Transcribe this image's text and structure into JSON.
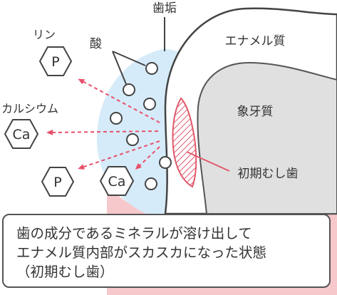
{
  "labels": {
    "plaque": "歯垢",
    "acid": "酸",
    "phosphorus": "リン",
    "calcium": "カルシウム",
    "enamel": "エナメル質",
    "dentin": "象牙質",
    "early_caries": "初期むし歯"
  },
  "ions": {
    "phosphorus_symbol": "P",
    "calcium_symbol": "Ca"
  },
  "caption": {
    "line1": "歯の成分であるミネラルが溶け出して",
    "line2": "エナメル質内部がスカスカになった状態",
    "line3": "（初期むし歯）"
  },
  "colors": {
    "plaque_area": "#d6ebf9",
    "gum": "#f6c8cc",
    "dentin": "#e0e0e0",
    "enamel": "#ffffff",
    "outline": "#444444",
    "arrow": "#e8506a",
    "caries": "#e05a6c"
  }
}
